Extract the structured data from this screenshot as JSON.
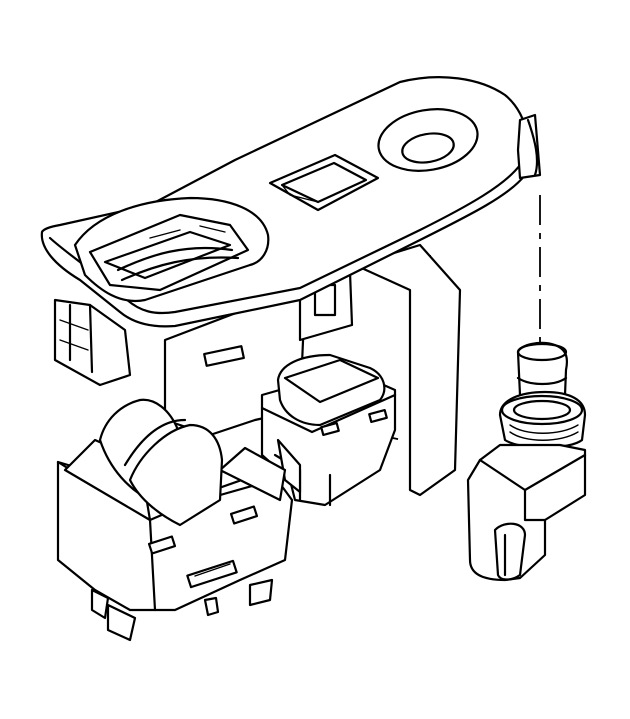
{
  "diagram": {
    "parts": [
      {
        "id": "switch-bezel",
        "icon": "bezel-housing"
      },
      {
        "id": "window-switch",
        "icon": "rocker-switch"
      },
      {
        "id": "lock-switch",
        "icon": "push-switch"
      },
      {
        "id": "lamp-socket",
        "icon": "bulb-socket"
      }
    ],
    "line_color": "#000000",
    "background": "#ffffff"
  }
}
